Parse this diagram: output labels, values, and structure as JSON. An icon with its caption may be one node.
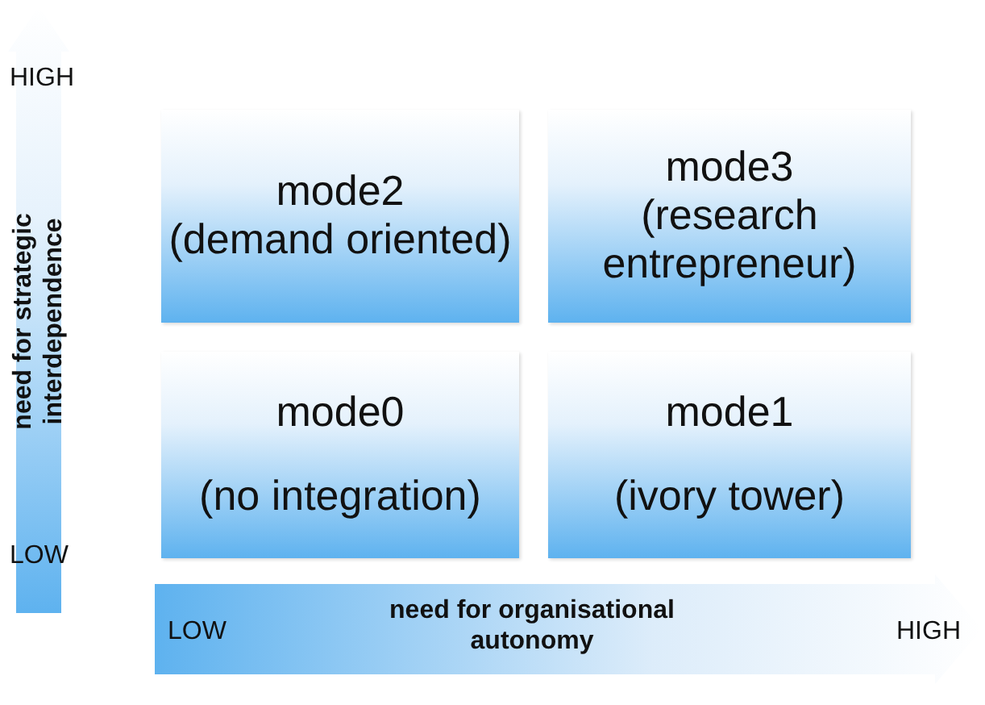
{
  "diagram": {
    "nodes": [
      {
        "text": [
          "mode2",
          "(demand oriented)"
        ]
      },
      {
        "text": [
          "mode3",
          "(research entrepreneur)"
        ]
      },
      {
        "text": [
          "mode0",
          "(no integration)"
        ]
      },
      {
        "text": [
          "mode1",
          "(ivory tower)"
        ]
      }
    ],
    "edges": [],
    "labels": [
      "HIGH",
      "need for strategic interdependence",
      "LOW",
      "LOW",
      "need for organisational autonomy",
      "HIGH"
    ]
  }
}
